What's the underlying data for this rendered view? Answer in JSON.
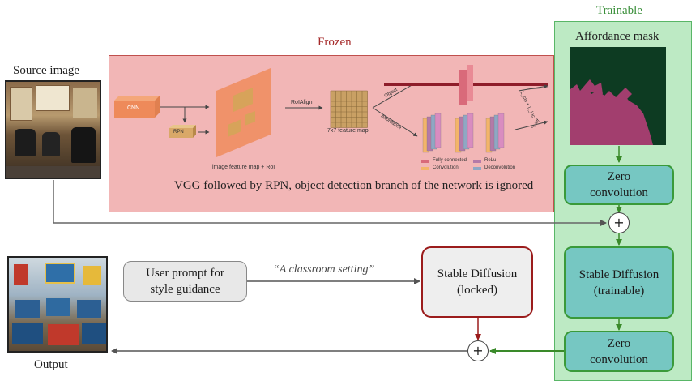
{
  "labels": {
    "source_image": "Source image",
    "output": "Output",
    "frozen": "Frozen",
    "trainable": "Trainable",
    "affordance_mask": "Affordance mask",
    "vgg_caption": "VGG  followed by RPN, object detection branch of the network is ignored",
    "prompt_text": "“A classroom setting”"
  },
  "boxes": {
    "zero_conv_top": [
      "Zero",
      "convolution"
    ],
    "sd_trainable": [
      "Stable Diffusion",
      "(trainable)"
    ],
    "zero_conv_bottom": [
      "Zero",
      "convolution"
    ],
    "sd_locked": [
      "Stable Diffusion",
      "(locked)"
    ],
    "user_prompt": [
      "User prompt for",
      "style guidance"
    ],
    "plus_symbol": "+"
  },
  "network": {
    "cnn": "CNN",
    "rpn": "RPN",
    "roialign": "RoIAlign",
    "feature_map": "image feature map + RoI",
    "feature_7x7": "7x7 feature map",
    "object_branch": "Object",
    "affordance_branch": "Affordance",
    "loss_top": "L_cls + L_loc",
    "loss_bottom": "L_aff",
    "legend": [
      "Fully connected",
      "ReLu",
      "Convolution",
      "Deconvolution"
    ]
  },
  "colors": {
    "frozen_bg": "#f2b6b6",
    "frozen_border": "#c0504d",
    "frozen_text": "#a52a2a",
    "trainable_bg": "#bdeac4",
    "trainable_text": "#3a8f3a",
    "teal_box": "#76c7c2",
    "green_arrow": "#3a8a2a",
    "locked_border": "#9b1c1c",
    "mask_bg": "#0d3b22",
    "mask_fg": "#a23e6e"
  }
}
